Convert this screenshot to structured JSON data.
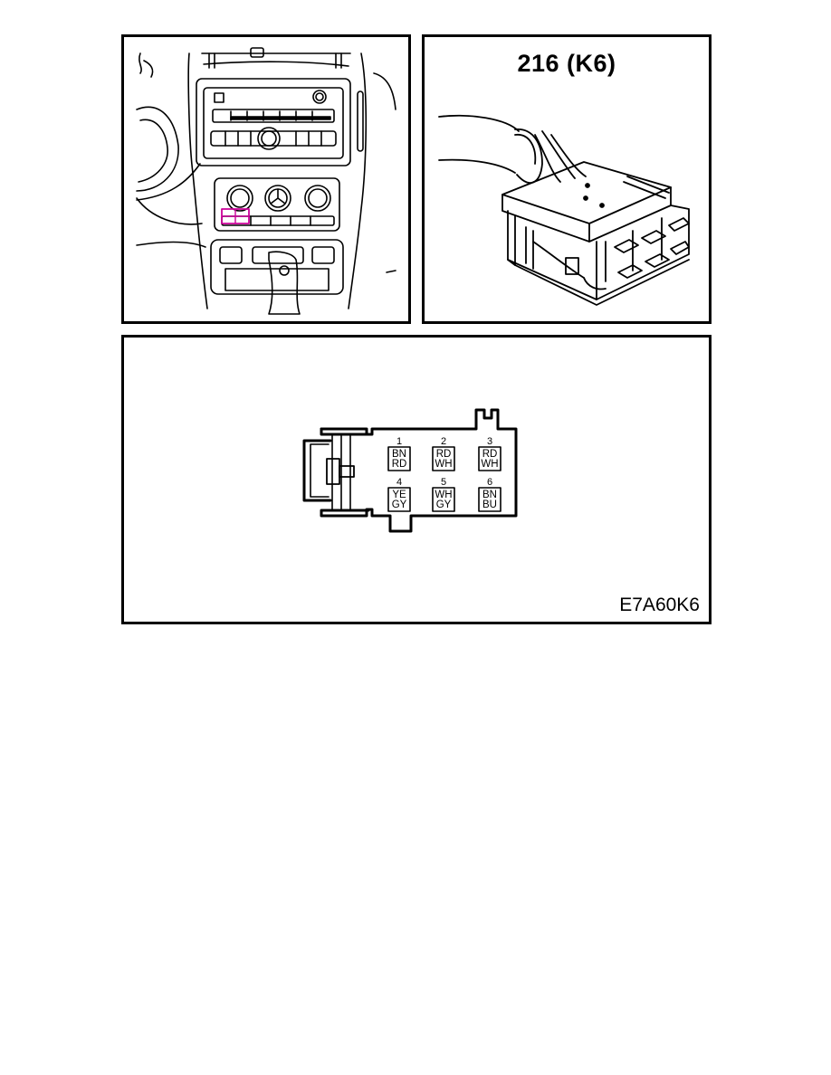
{
  "connector": {
    "title": "216 (K6)"
  },
  "diagram_code": "E7A60K6",
  "colors": {
    "line": "#000000",
    "background": "#ffffff",
    "highlight": "#cc0099"
  },
  "pins": [
    {
      "num": "1",
      "line1": "BN",
      "line2": "RD"
    },
    {
      "num": "2",
      "line1": "RD",
      "line2": "WH"
    },
    {
      "num": "3",
      "line1": "RD",
      "line2": "WH"
    },
    {
      "num": "4",
      "line1": "YE",
      "line2": "GY"
    },
    {
      "num": "5",
      "line1": "WH",
      "line2": "GY"
    },
    {
      "num": "6",
      "line1": "BN",
      "line2": "BU"
    }
  ]
}
